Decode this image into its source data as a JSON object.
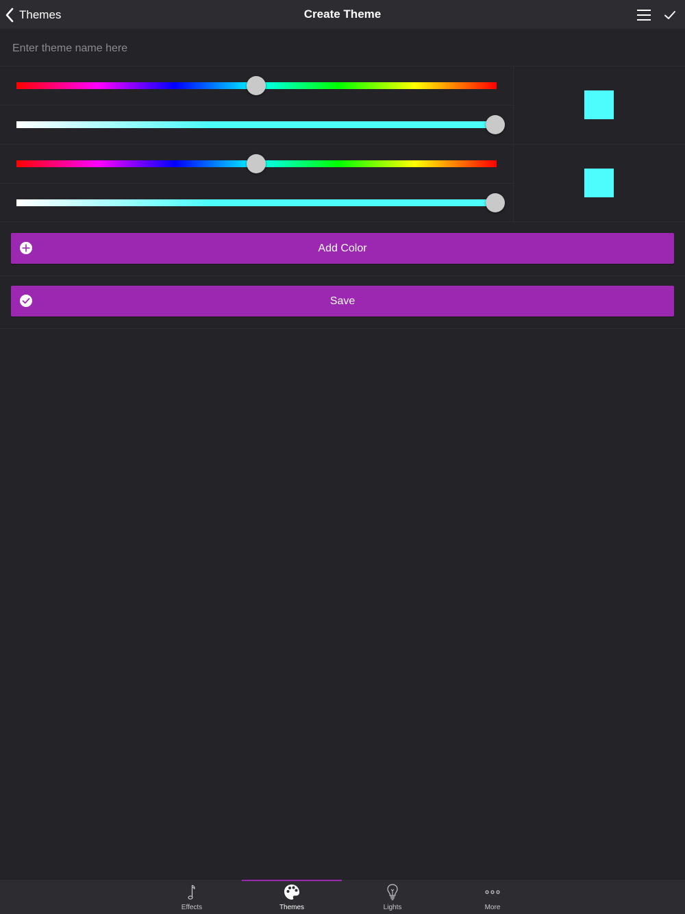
{
  "navbar": {
    "back_label": "Themes",
    "title": "Create Theme"
  },
  "theme_name": {
    "placeholder": "Enter theme name here",
    "value": ""
  },
  "colors": [
    {
      "hue_fraction": 0.5,
      "saturation_fraction": 1.0,
      "swatch_color": "#4dfcfc"
    },
    {
      "hue_fraction": 0.5,
      "saturation_fraction": 1.0,
      "swatch_color": "#4dfcfc"
    }
  ],
  "buttons": {
    "add_color_label": "Add Color",
    "save_label": "Save"
  },
  "tabs": [
    {
      "label": "Effects",
      "icon": "music-note-icon",
      "active": false
    },
    {
      "label": "Themes",
      "icon": "palette-icon",
      "active": true
    },
    {
      "label": "Lights",
      "icon": "lightbulb-icon",
      "active": false
    },
    {
      "label": "More",
      "icon": "more-dots-icon",
      "active": false
    }
  ],
  "theme": {
    "accent": "#9c27b0",
    "background": "#232328",
    "bar": "#2c2c31"
  }
}
